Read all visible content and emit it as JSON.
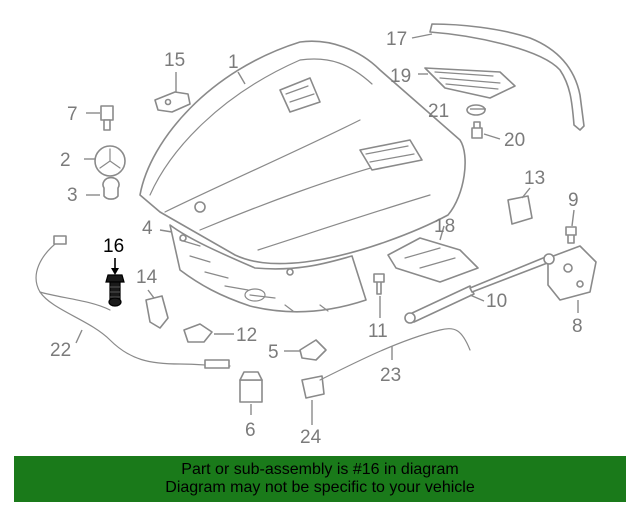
{
  "diagram": {
    "part_labels": [
      "1",
      "2",
      "3",
      "4",
      "5",
      "6",
      "7",
      "8",
      "9",
      "10",
      "11",
      "12",
      "13",
      "14",
      "15",
      "16",
      "17",
      "18",
      "19",
      "20",
      "21",
      "22",
      "23",
      "24"
    ],
    "highlighted_label": "16"
  },
  "banner": {
    "line1": "Part or sub-assembly is #16 in diagram",
    "line2": "Diagram may not be specific to your vehicle",
    "color": "#1a7a1a"
  },
  "colors": {
    "line": "#8a8a8a",
    "highlight": "#000000"
  }
}
